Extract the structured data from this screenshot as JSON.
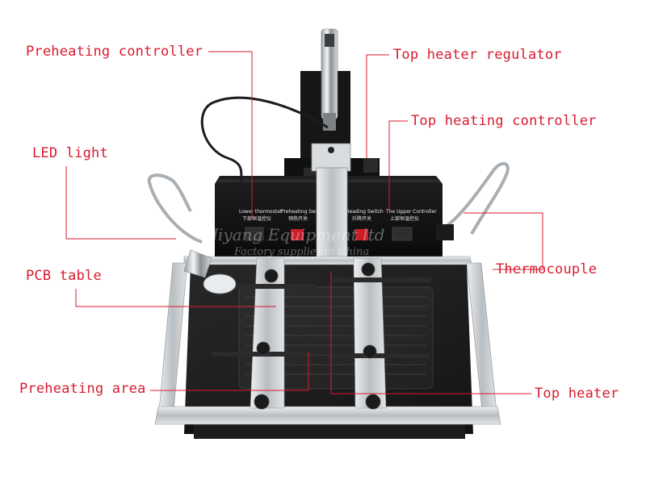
{
  "callouts": {
    "preheating_controller": "Preheating controller",
    "top_heater_regulator": "Top heater regulator",
    "top_heating_controller": "Top heating controller",
    "led_light": "LED light",
    "thermocouple": "Thermocouple",
    "pcb_table": "PCB table",
    "preheating_area": "Preheating area",
    "top_heater": "Top heater"
  },
  "panel_labels": {
    "lower_thermostat": "Lower thermostat",
    "lower_thermostat_cn": "下部恒温控仪",
    "preheating_switch": "Preheating Switch",
    "preheating_switch_cn": "预热开关",
    "heading_switch": "Heading Switch",
    "heading_switch_cn": "升降开关",
    "upper_controller": "The Upper Controller",
    "upper_controller_cn": "上部恒温控仪"
  },
  "watermark": {
    "line1": "Jiyang Equipment ltd",
    "line2": "Factory supplier in China"
  },
  "colors": {
    "callout_text": "#d81b2e",
    "leader_line": "#d81b2e",
    "machine_body": "#141414",
    "rail_metal": "#cfd3d6"
  }
}
